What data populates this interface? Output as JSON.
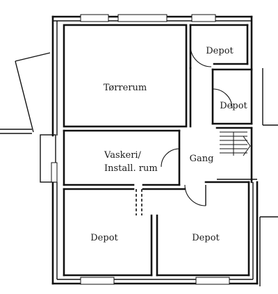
{
  "plan": {
    "rooms": {
      "torrerum": "Tørrerum",
      "depot_top": "Depot",
      "depot_mid": "Depot",
      "vaskeri_line1": "Vaskeri/",
      "vaskeri_line2": "Install. rum",
      "gang": "Gang",
      "depot_bottom_left": "Depot",
      "depot_bottom_right": "Depot"
    }
  }
}
